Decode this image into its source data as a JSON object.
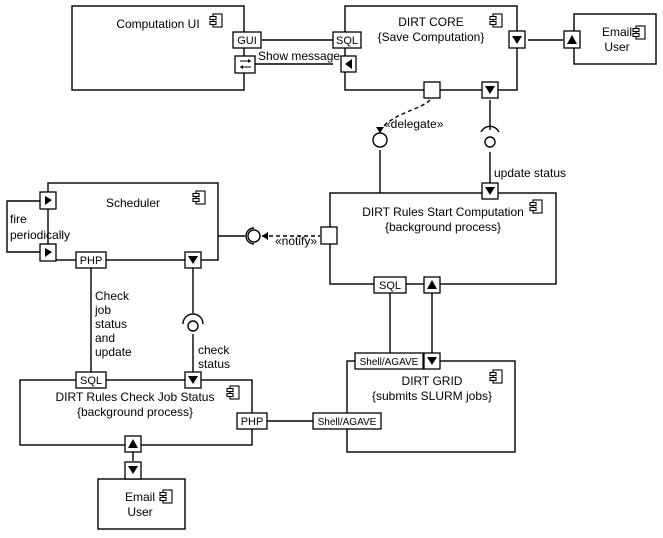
{
  "components": {
    "computation_ui": {
      "name": "Computation UI"
    },
    "dirt_core": {
      "name": "DIRT CORE",
      "subtitle": "{Save Computation}"
    },
    "email_top": {
      "line1": "Email",
      "line2": "User"
    },
    "scheduler": {
      "name": "Scheduler"
    },
    "start_comp": {
      "name": "DIRT Rules Start Computation",
      "subtitle": "{background process}"
    },
    "check_job": {
      "name": "DIRT Rules Check Job Status",
      "subtitle": "{background process}"
    },
    "dirt_grid": {
      "name": "DIRT GRID",
      "subtitle": "{submits SLURM jobs}"
    },
    "email_bottom": {
      "line1": "Email",
      "line2": "User"
    }
  },
  "ports": {
    "gui": "GUI",
    "sql_core": "SQL",
    "php_scheduler": "PHP",
    "sql_start": "SQL",
    "shell_grid_top": "Shell/AGAVE",
    "sql_check": "SQL",
    "php_check": "PHP",
    "shell_grid_left": "Shell/AGAVE"
  },
  "labels": {
    "show_message": "Show message",
    "delegate": "«delegate»",
    "update_status": "update status",
    "fire_periodically_1": "fire",
    "fire_periodically_2": "periodically",
    "notify": "«notify»",
    "check_job_1": "Check",
    "check_job_2": "job",
    "check_job_3": "status",
    "check_job_4": "and",
    "check_job_5": "update",
    "check_status_1": "check",
    "check_status_2": "status"
  }
}
